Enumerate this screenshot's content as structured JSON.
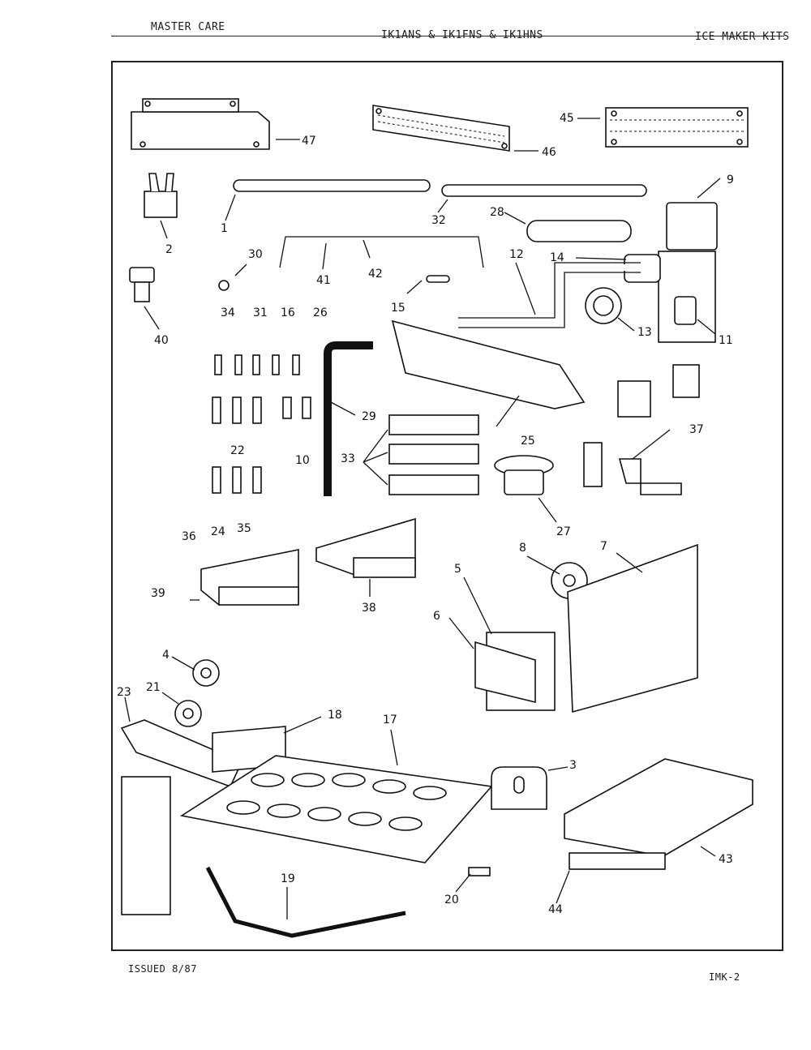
{
  "header": {
    "left": "MASTER CARE",
    "center": "IK1ANS & IK1FNS & IK1HNS",
    "right": "ICE MAKER KITS"
  },
  "footer": {
    "issued": "ISSUED 8/87",
    "page_code": "IMK-2"
  },
  "part_labels": [
    "47",
    "46",
    "45",
    "9",
    "1",
    "32",
    "28",
    "2",
    "30",
    "41",
    "42",
    "12",
    "14",
    "40",
    "15",
    "13",
    "11",
    "34",
    "31",
    "16",
    "26",
    "29",
    "25",
    "37",
    "22",
    "10",
    "33",
    "27",
    "36",
    "24",
    "35",
    "39",
    "38",
    "8",
    "7",
    "5",
    "6",
    "4",
    "21",
    "23",
    "18",
    "17",
    "3",
    "43",
    "19",
    "20",
    "44"
  ]
}
